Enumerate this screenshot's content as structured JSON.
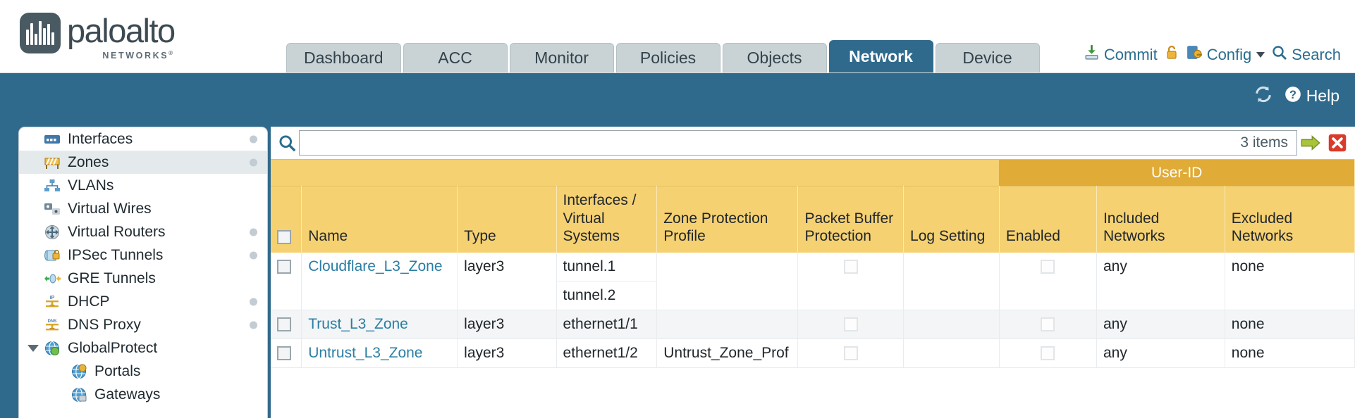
{
  "header": {
    "logo_word": "paloalto",
    "logo_sub": "NETWORKS",
    "logo_sub_mark": "®",
    "tabs": [
      {
        "label": "Dashboard",
        "active": false
      },
      {
        "label": "ACC",
        "active": false
      },
      {
        "label": "Monitor",
        "active": false
      },
      {
        "label": "Policies",
        "active": false
      },
      {
        "label": "Objects",
        "active": false
      },
      {
        "label": "Network",
        "active": true
      },
      {
        "label": "Device",
        "active": false
      }
    ],
    "actions": {
      "commit": "Commit",
      "config": "Config",
      "search": "Search"
    }
  },
  "banner": {
    "help": "Help"
  },
  "sidebar": {
    "items": [
      {
        "label": "Interfaces",
        "icon": "interfaces-icon",
        "selected": false,
        "dot": true,
        "child": false,
        "expander": false
      },
      {
        "label": "Zones",
        "icon": "zones-icon",
        "selected": true,
        "dot": true,
        "child": false,
        "expander": false
      },
      {
        "label": "VLANs",
        "icon": "vlans-icon",
        "selected": false,
        "dot": false,
        "child": false,
        "expander": false
      },
      {
        "label": "Virtual Wires",
        "icon": "virtual-wires-icon",
        "selected": false,
        "dot": false,
        "child": false,
        "expander": false
      },
      {
        "label": "Virtual Routers",
        "icon": "virtual-routers-icon",
        "selected": false,
        "dot": true,
        "child": false,
        "expander": false
      },
      {
        "label": "IPSec Tunnels",
        "icon": "ipsec-tunnels-icon",
        "selected": false,
        "dot": true,
        "child": false,
        "expander": false
      },
      {
        "label": "GRE Tunnels",
        "icon": "gre-tunnels-icon",
        "selected": false,
        "dot": false,
        "child": false,
        "expander": false
      },
      {
        "label": "DHCP",
        "icon": "dhcp-icon",
        "selected": false,
        "dot": true,
        "child": false,
        "expander": false
      },
      {
        "label": "DNS Proxy",
        "icon": "dns-proxy-icon",
        "selected": false,
        "dot": true,
        "child": false,
        "expander": false
      },
      {
        "label": "GlobalProtect",
        "icon": "globalprotect-icon",
        "selected": false,
        "dot": false,
        "child": false,
        "expander": true
      },
      {
        "label": "Portals",
        "icon": "portals-icon",
        "selected": false,
        "dot": false,
        "child": true,
        "expander": false
      },
      {
        "label": "Gateways",
        "icon": "gateways-icon",
        "selected": false,
        "dot": false,
        "child": true,
        "expander": false
      }
    ]
  },
  "search": {
    "value": "",
    "placeholder": "",
    "items_count": "3 items"
  },
  "table": {
    "group_header": "User-ID",
    "columns": [
      "Name",
      "Type",
      "Interfaces / Virtual Systems",
      "Zone Protection Profile",
      "Packet Buffer Protection",
      "Log Setting",
      "Enabled",
      "Included Networks",
      "Excluded Networks"
    ],
    "rows": [
      {
        "name": "Cloudflare_L3_Zone",
        "type": "layer3",
        "interfaces": [
          "tunnel.1",
          "tunnel.2"
        ],
        "zone_protection_profile": "",
        "packet_buffer_protection": false,
        "log_setting": "",
        "enabled": false,
        "included_networks": "any",
        "excluded_networks": "none"
      },
      {
        "name": "Trust_L3_Zone",
        "type": "layer3",
        "interfaces": [
          "ethernet1/1"
        ],
        "zone_protection_profile": "",
        "packet_buffer_protection": false,
        "log_setting": "",
        "enabled": false,
        "included_networks": "any",
        "excluded_networks": "none"
      },
      {
        "name": "Untrust_L3_Zone",
        "type": "layer3",
        "interfaces": [
          "ethernet1/2"
        ],
        "zone_protection_profile": "Untrust_Zone_Prof",
        "packet_buffer_protection": false,
        "log_setting": "",
        "enabled": false,
        "included_networks": "any",
        "excluded_networks": "none"
      }
    ]
  },
  "colors": {
    "brand_blue": "#2f6a8c",
    "header_amber": "#f5d172",
    "group_amber": "#e0ab36",
    "link_blue": "#2b7ea3"
  }
}
